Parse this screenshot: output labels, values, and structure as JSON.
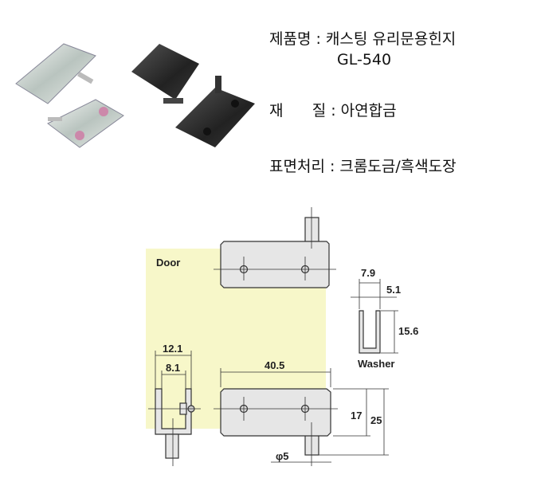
{
  "spec": {
    "product_name_label": "제품명 : 캐스팅 유리문용힌지",
    "model": "GL-540",
    "material_label": "재      질 : 아연합금",
    "finish_label": "표면처리 : 크롬도금/흑색도장"
  },
  "drawing": {
    "door_label": "Door",
    "washer_label": "Washer",
    "dims": {
      "washer_width": "7.9",
      "washer_inner": "5.1",
      "washer_height": "15.6",
      "length": "40.5",
      "body_height": "17",
      "total_height": "25",
      "pin_diameter": "φ5",
      "side_outer": "12.1",
      "side_inner": "8.1"
    }
  }
}
